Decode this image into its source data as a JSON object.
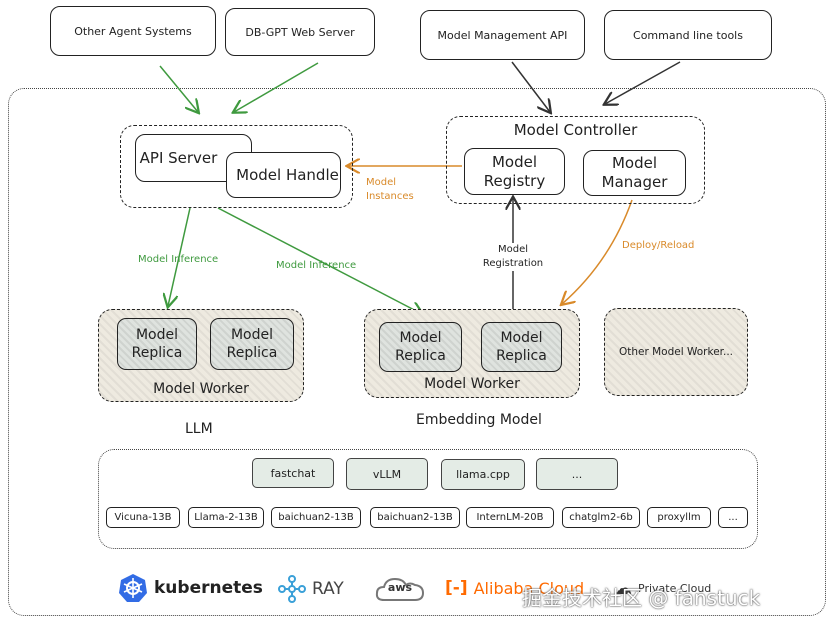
{
  "top_boxes": {
    "other_agent": "Other Agent Systems",
    "webserver": "DB-GPT Web Server",
    "mgmt_api": "Model Management API",
    "cli": "Command line tools"
  },
  "api_group": {
    "api_server": "API Server",
    "model_handle": "Model Handle"
  },
  "controller": {
    "title": "Model Controller",
    "registry": "Model Registry",
    "manager": "Model Manager"
  },
  "edges": {
    "model_instances": "Model Instances",
    "model_inference_1": "Model Inference",
    "model_inference_2": "Model Inference",
    "model_registration": "Model Registration",
    "deploy_reload": "Deploy/Reload"
  },
  "workers": {
    "llm_replica_1": "Model Replica",
    "llm_replica_2": "Model Replica",
    "llm_label": "Model Worker",
    "llm_caption": "LLM",
    "emb_replica_1": "Model Replica",
    "emb_replica_2": "Model Replica",
    "emb_label": "Model Worker",
    "emb_caption": "Embedding Model",
    "other_worker": "Other Model Worker..."
  },
  "frameworks": [
    "fastchat",
    "vLLM",
    "llama.cpp",
    "..."
  ],
  "models": [
    "Vicuna-13B",
    "Llama-2-13B",
    "baichuan2-13B",
    "baichuan2-13B",
    "InternLM-20B",
    "chatglm2-6b",
    "proxyllm",
    "..."
  ],
  "platforms": {
    "k8s": "kubernetes",
    "ray": "RAY",
    "aws": "aws",
    "alibaba": "Alibaba Cloud",
    "private": "Private Cloud"
  },
  "watermark": "掘金技术社区 @ fanstuck",
  "colors": {
    "green": "#3f9a3f",
    "orange": "#d98a2a",
    "k8s_blue": "#326ce5",
    "ray_blue": "#3aa0d8",
    "alibaba_orange": "#ff6a00"
  }
}
